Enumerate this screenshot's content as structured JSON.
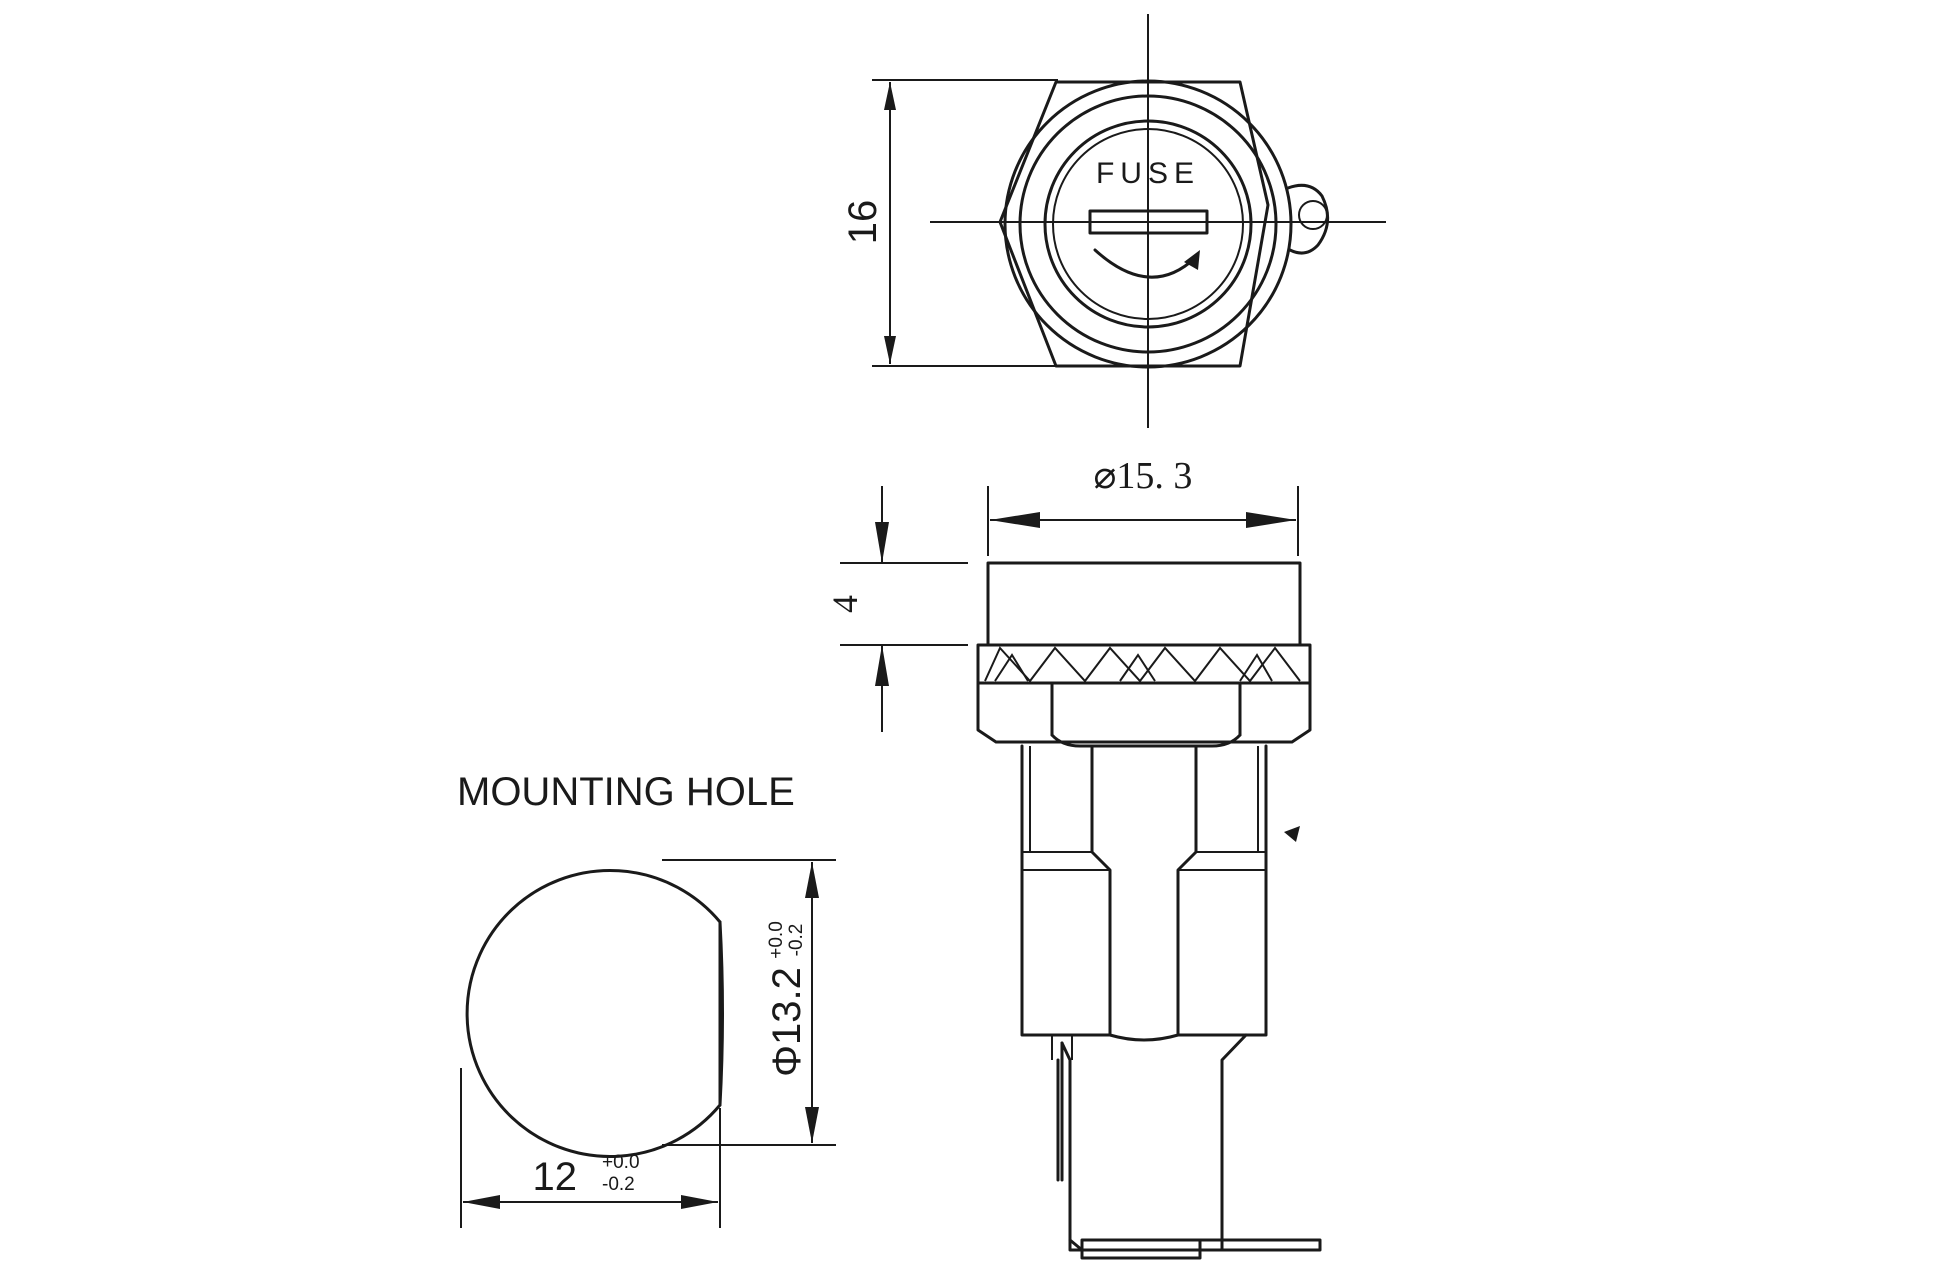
{
  "top_view": {
    "fuse_label": "FUSE",
    "height_dim": "16"
  },
  "side_view": {
    "diameter_dim": "⌀15. 3",
    "cap_height_dim": "4"
  },
  "mounting_hole": {
    "title": "MOUNTING HOLE",
    "diameter_prefix": "Φ13.2",
    "diameter_tol_plus": "+0.0",
    "diameter_tol_minus": "-0.2",
    "width_value": "12",
    "width_tol_plus": "+0.0",
    "width_tol_minus": "-0.2"
  }
}
